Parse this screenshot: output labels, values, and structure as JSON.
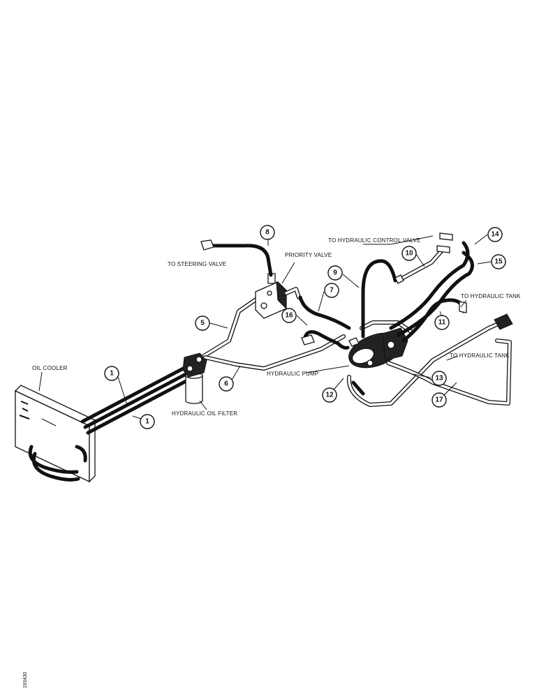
{
  "labels": {
    "to_steering_valve": "TO STEERING VALVE",
    "priority_valve": "PRIORITY VALVE",
    "to_hydraulic_control_valve": "TO HYDRAULIC CONTROL VALVE",
    "to_hydraulic_tank_upper": "TO HYDRAULIC TANK",
    "to_hydraulic_tank_lower": "TO HYDRAULIC TANK",
    "hydraulic_pump": "HYDRAULIC PUMP",
    "oil_cooler": "OIL COOLER",
    "hydraulic_oil_filter": "HYDRAULIC OIL FILTER"
  },
  "callouts": {
    "c1a": "1",
    "c1b": "1",
    "c5": "5",
    "c6": "6",
    "c7": "7",
    "c8": "8",
    "c9": "9",
    "c10": "10",
    "c11": "11",
    "c12": "12",
    "c13": "13",
    "c14": "14",
    "c15": "15",
    "c16": "16",
    "c17": "17"
  },
  "figure_code": "193430"
}
